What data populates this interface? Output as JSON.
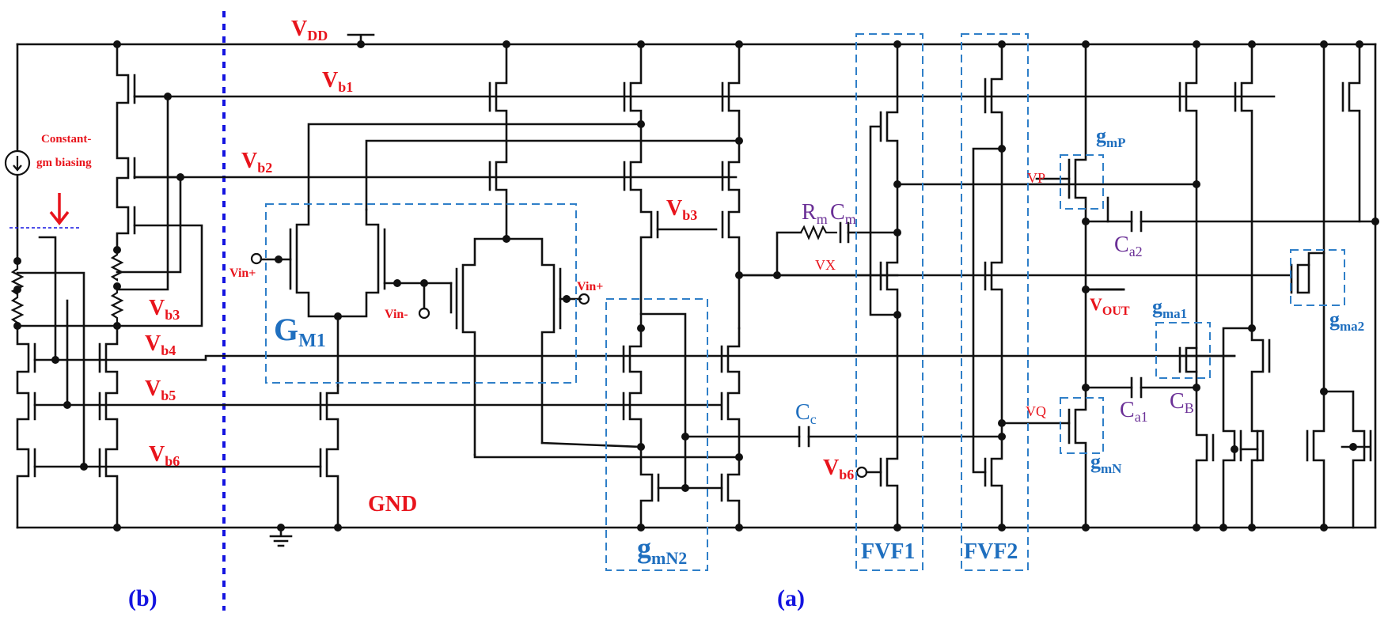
{
  "labels": {
    "vdd": "V",
    "vdd_sub": "DD",
    "vb1": "V",
    "vb1_sub": "b1",
    "vb2": "V",
    "vb2_sub": "b2",
    "vb3_left": "V",
    "vb3_left_sub": "b3",
    "vb3_mid": "V",
    "vb3_mid_sub": "b3",
    "vb4": "V",
    "vb4_sub": "b4",
    "vb5": "V",
    "vb5_sub": "b5",
    "vb6_left": "V",
    "vb6_left_sub": "b6",
    "vb6_fvf": "V",
    "vb6_fvf_sub": "b6",
    "gnd": "GND",
    "constant_gm_line1": "Constant-",
    "constant_gm_line2": "gm biasing",
    "vin_plus_left": "Vin+",
    "vin_minus": "Vin-",
    "vin_plus_right": "Vin+",
    "gm1": "G",
    "gm1_sub": "M1",
    "gmn2": "g",
    "gmn2_sub": "mN2",
    "fvf1": "FVF1",
    "fvf2": "FVF2",
    "rm": "R",
    "rm_sub": "m",
    "cm": "C",
    "cm_sub": "m",
    "cc": "C",
    "cc_sub": "c",
    "vx": "VX",
    "vp": "VP",
    "vq": "VQ",
    "gmp": "g",
    "gmp_sub": "mP",
    "gmn": "g",
    "gmn_sub": "mN",
    "ca2": "C",
    "ca2_sub": "a2",
    "ca1": "C",
    "ca1_sub": "a1",
    "cb": "C",
    "cb_sub": "B",
    "vout": "V",
    "vout_sub": "OUT",
    "gma1": "g",
    "gma1_sub": "ma1",
    "gma2": "g",
    "gma2_sub": "ma2",
    "section_b": "(b)",
    "section_a": "(a)"
  },
  "colors": {
    "wire": "#111111",
    "label_red": "#e8141c",
    "label_blue": "#1f6fbf",
    "label_purple": "#6a2f96",
    "divider": "#1414e0"
  }
}
